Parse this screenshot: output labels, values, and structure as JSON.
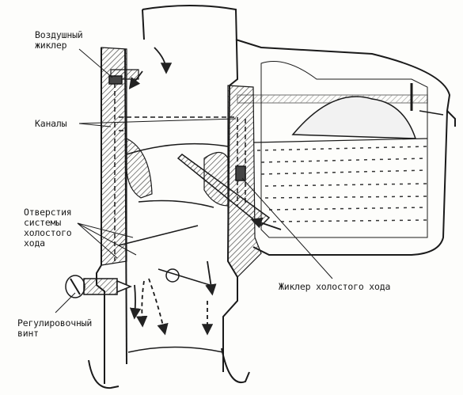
{
  "diagram": {
    "labels": {
      "air_jet": [
        "Воздушный",
        "жиклер"
      ],
      "channels": "Каналы",
      "idle_openings": [
        "Отверстия",
        "системы",
        "холостого",
        "хода"
      ],
      "idle_jet": "Жиклер холостого хода",
      "adjust_screw": [
        "Регулировочный",
        "винт"
      ]
    }
  }
}
